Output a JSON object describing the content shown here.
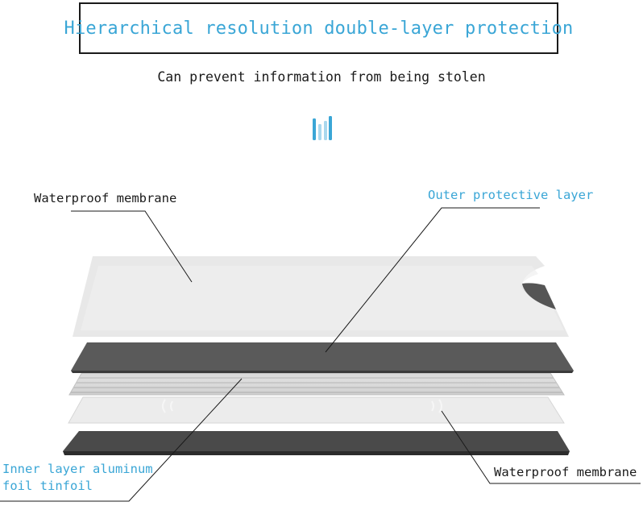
{
  "title": "Hierarchical resolution double-layer protection",
  "subtitle": "Can prevent information from being stolen",
  "icon": "bars-icon",
  "colors": {
    "accent_blue": "#3aa6d6",
    "text_dark": "#1a1a1a"
  },
  "labels": {
    "waterproof_membrane_top": "Waterproof membrane",
    "outer_protective_layer": "Outer protective layer",
    "inner_layer_line1": "Inner layer aluminum",
    "inner_layer_line2": "foil tinfoil",
    "waterproof_membrane_bottom": "Waterproof membrane"
  }
}
